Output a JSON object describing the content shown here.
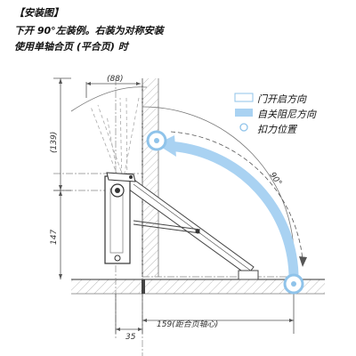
{
  "header": {
    "title": "【安装图】",
    "line1": "下开 90°左装例。右装为对称安装",
    "line2": "使用单轴合页 (平合页) 时"
  },
  "legend": {
    "door_open_direction": "门开启方向",
    "self_close_damping_direction": "自关阻尼方向",
    "force_position": "扣力位置"
  },
  "dimensions": {
    "top": "(88)",
    "left_upper": "(139)",
    "left_lower": "147",
    "bottom_left": "35",
    "bottom_right": "159(距合页轴心)",
    "angle": "90°"
  },
  "colors": {
    "arrow_blue": "#a9d2f2",
    "line": "#333333",
    "dash": "#999999"
  }
}
